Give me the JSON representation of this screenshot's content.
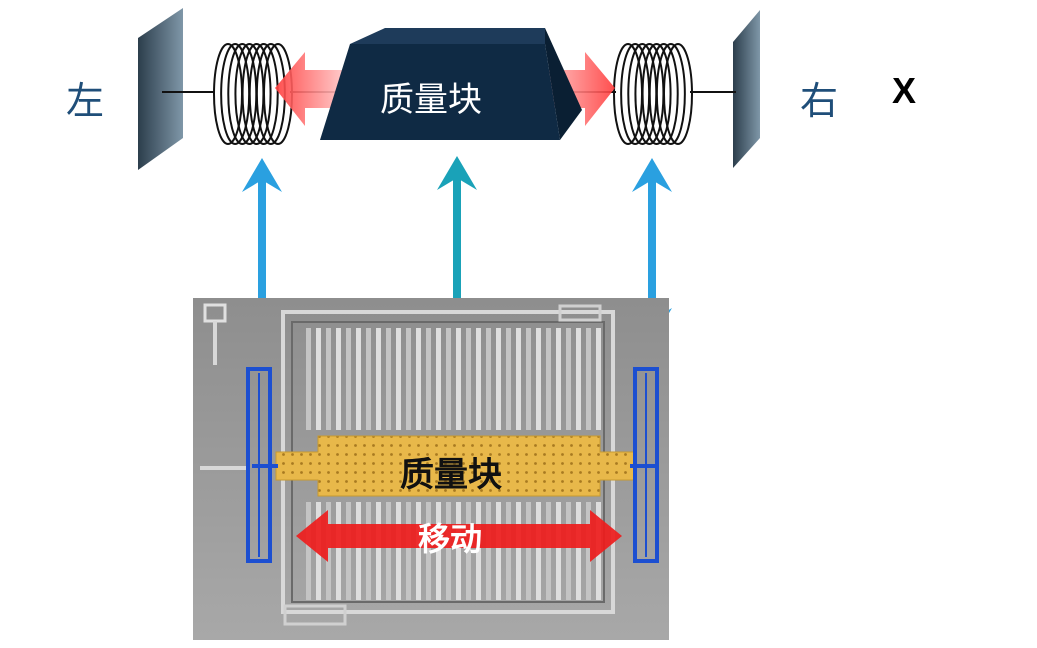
{
  "labels": {
    "left": "左",
    "right": "右",
    "axis": "X",
    "mass_top": "质量块",
    "mass_chip": "质量块",
    "move": "移动"
  },
  "colors": {
    "mass_block": "#0f2a44",
    "wall": "#4a6070",
    "blue_arrow": "#2aa0e0",
    "red_arrow": "#ee1c1c",
    "chip_mass": "#e8b84a",
    "chip_bg": "#9a9a9a",
    "blue_frame": "#1c4fd1"
  },
  "icons": [
    "left-wall",
    "right-wall",
    "left-spring",
    "right-spring",
    "double-arrow"
  ]
}
